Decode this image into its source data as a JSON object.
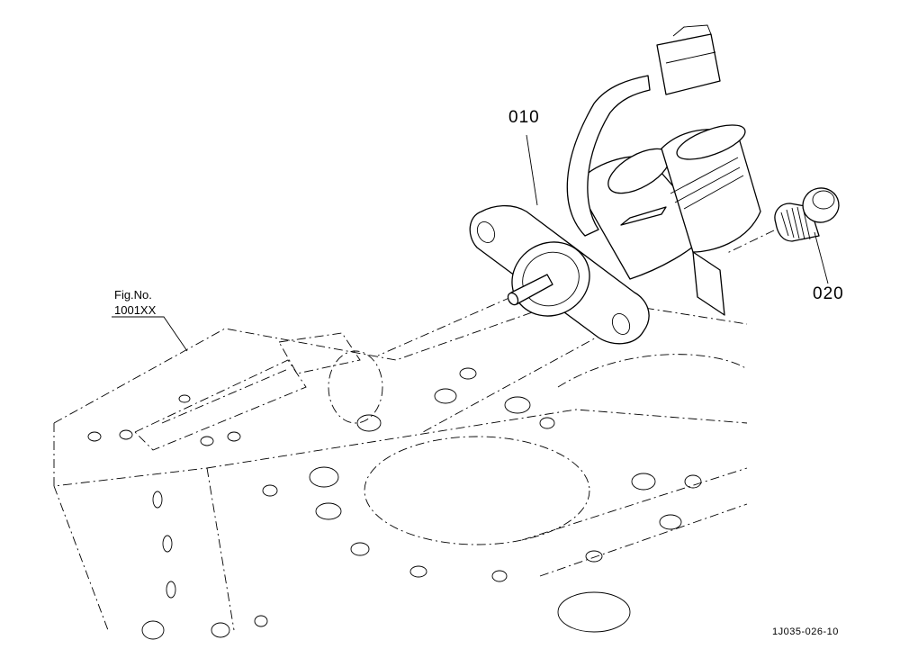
{
  "callouts": {
    "part_010": "010",
    "part_020": "020",
    "fig_ref_line1": "Fig.No.",
    "fig_ref_line2": "1001XX"
  },
  "drawing_code": "1J035-026-10"
}
